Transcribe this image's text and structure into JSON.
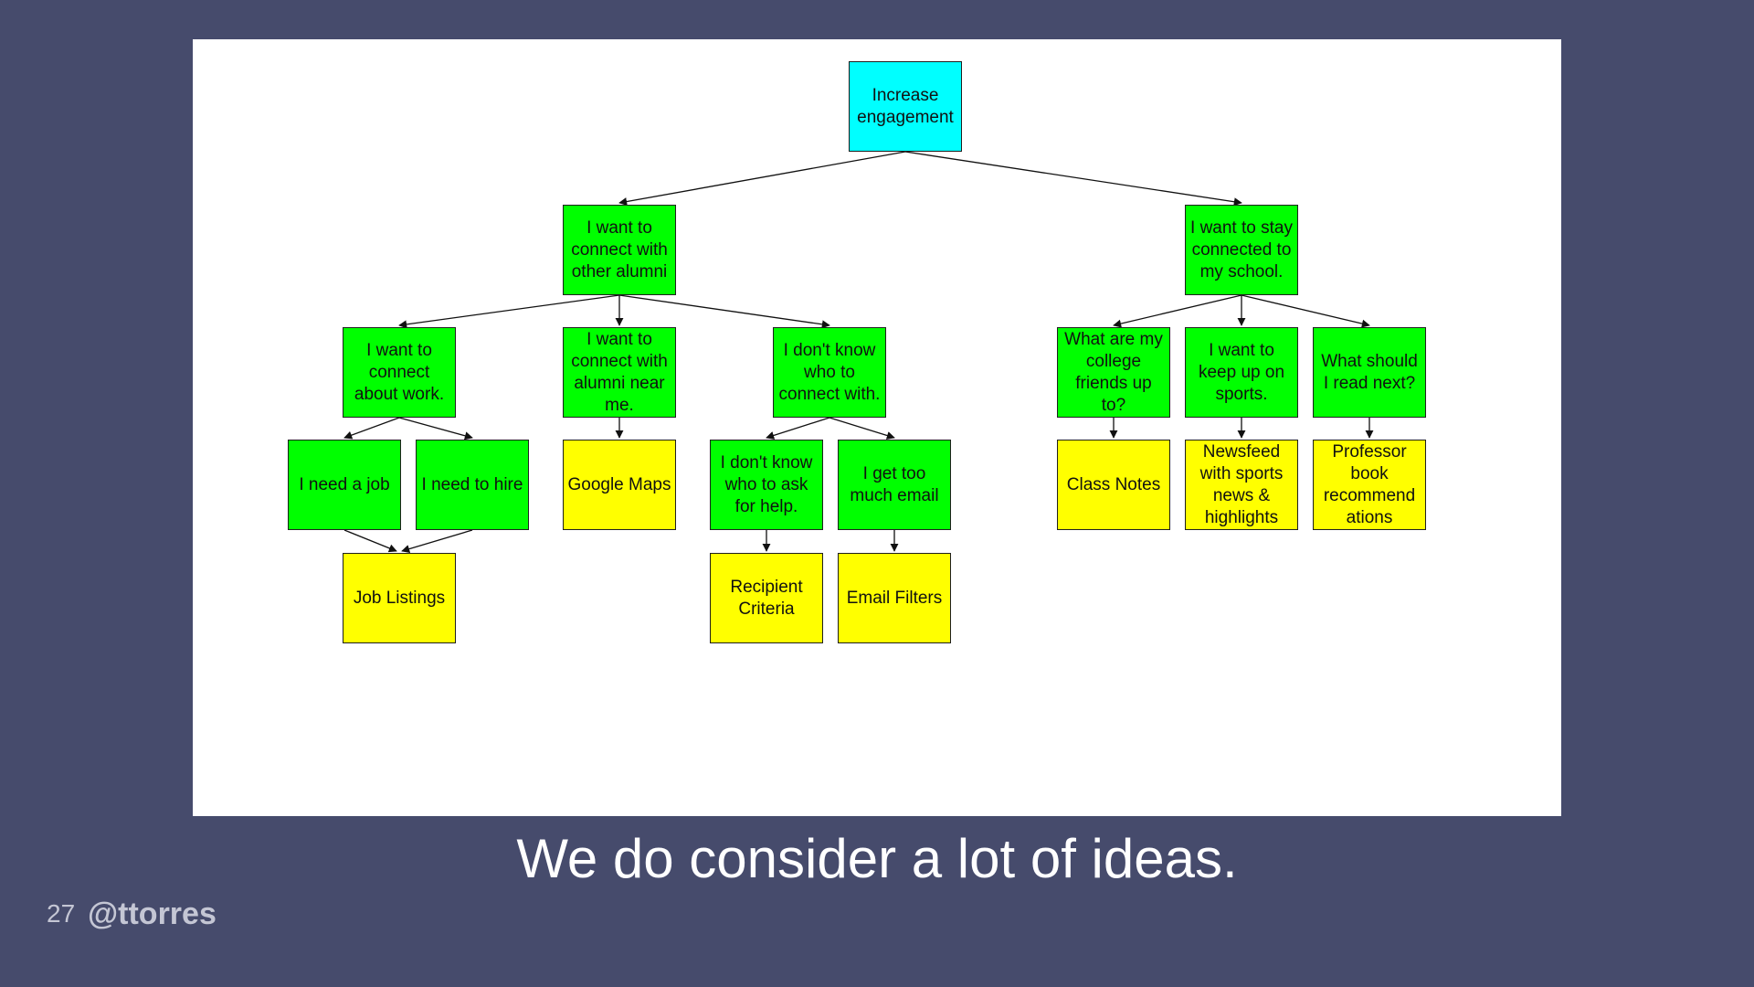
{
  "slide": {
    "caption": "We do consider a lot of ideas.",
    "page_number": "27",
    "handle": "@ttorres"
  },
  "colors": {
    "background": "#464b6c",
    "outcome": "#00ffff",
    "opportunity": "#00ff00",
    "solution": "#ffff00"
  },
  "tree": {
    "root": "Increase engagement",
    "alumni": "I want to connect with other alumni",
    "school": "I want to stay connected to my school.",
    "work": "I want to connect about work.",
    "near": "I want to connect with alumni near me.",
    "dont_know": "I don't know who to connect with.",
    "friends": "What are my college friends up to?",
    "sports": "I want to keep up on sports.",
    "read": "What should I read next?",
    "job": "I need a job",
    "hire": "I need to hire",
    "maps": "Google Maps",
    "ask": "I don't know who to ask for help.",
    "email": "I get too much email",
    "class_notes": "Class Notes",
    "newsfeed": "Newsfeed with sports news & highlights",
    "professor": "Professor book recommend ations",
    "job_listings": "Job Listings",
    "recipient": "Recipient Criteria",
    "filters": "Email Filters"
  }
}
